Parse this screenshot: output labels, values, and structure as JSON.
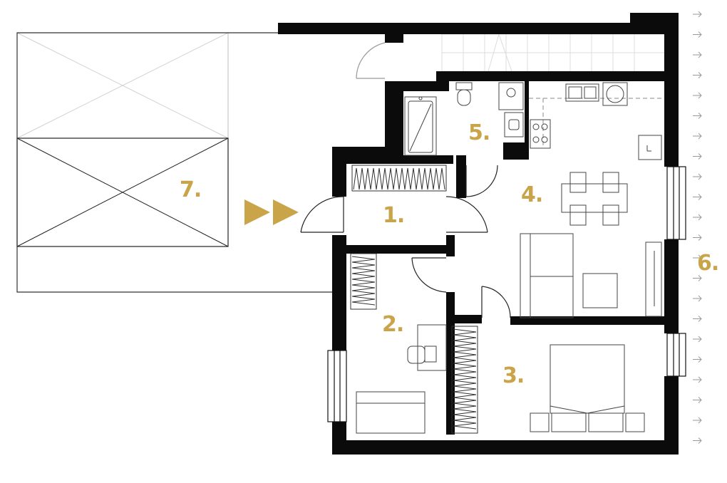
{
  "colors": {
    "wall": "#0b0b0b",
    "line": "#333333",
    "light_line": "#bbbbbb",
    "accent": "#c9a449",
    "arrow": "#9a9a9a"
  },
  "rooms": [
    {
      "id": "hall",
      "label": "1."
    },
    {
      "id": "bedroom-small",
      "label": "2."
    },
    {
      "id": "bedroom-main",
      "label": "3."
    },
    {
      "id": "living-kitchen",
      "label": "4."
    },
    {
      "id": "bathroom",
      "label": "5."
    },
    {
      "id": "outside",
      "label": "6."
    },
    {
      "id": "terrace",
      "label": "7."
    }
  ],
  "entrance": {
    "icon": "entrance-arrows-icon"
  },
  "boundary": {
    "icon": "boundary-arrow-icon",
    "count": 22
  }
}
